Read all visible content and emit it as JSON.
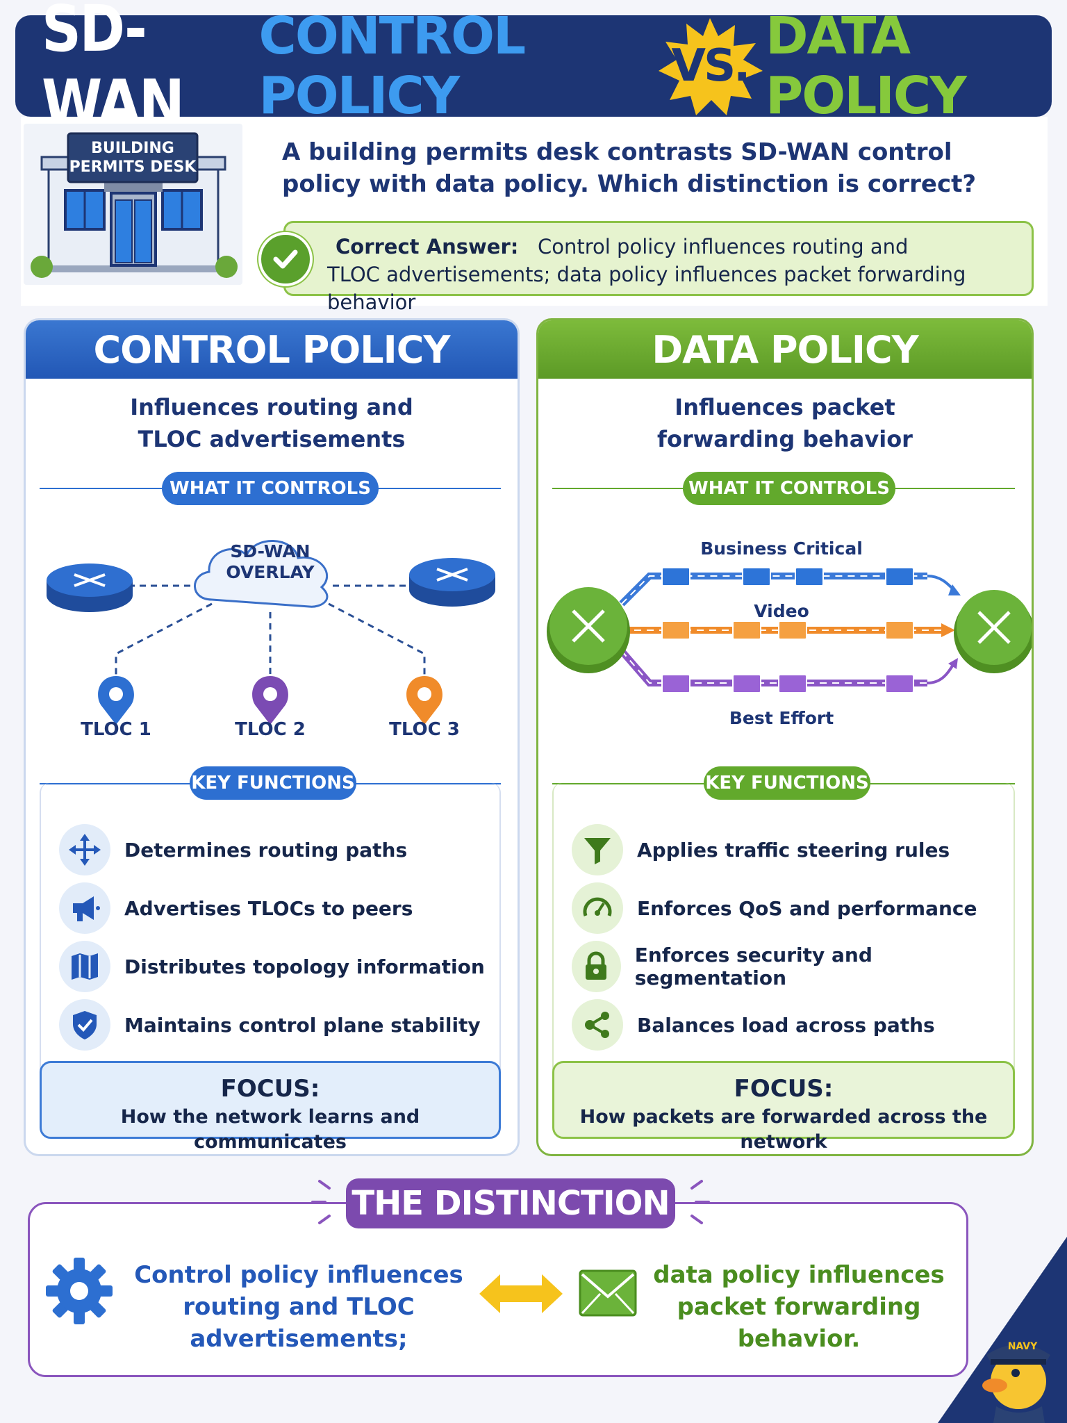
{
  "header": {
    "title_sdwan": "SD-WAN",
    "title_control": "CONTROL POLICY",
    "title_vs": "VS.",
    "title_data": "DATA POLICY"
  },
  "building_sign": [
    "BUILDING",
    "PERMITS DESK"
  ],
  "question": {
    "text": "A building permits desk contrasts SD-WAN control policy with data policy. Which distinction is correct?",
    "answer_label": "Correct Answer:",
    "answer_line1": "Control policy influences routing and",
    "answer_line2": "TLOC advertisements; data policy influences packet forwarding behavior"
  },
  "control": {
    "title": "CONTROL POLICY",
    "subtitle_1": "Influences routing and",
    "subtitle_2": "TLOC advertisements",
    "what_label": "WHAT IT CONTROLS",
    "overlay_1": "SD-WAN",
    "overlay_2": "OVERLAY",
    "tloc_1": "TLOC 1",
    "tloc_2": "TLOC 2",
    "tloc_3": "TLOC 3",
    "key_label": "KEY FUNCTIONS",
    "functions": [
      {
        "icon": "move-arrows-icon",
        "text": "Determines routing paths"
      },
      {
        "icon": "megaphone-icon",
        "text": "Advertises TLOCs to peers"
      },
      {
        "icon": "map-icon",
        "text": "Distributes topology information"
      },
      {
        "icon": "shield-check-icon",
        "text": "Maintains control plane stability"
      }
    ],
    "focus_title": "FOCUS:",
    "focus_desc": "How the network learns and communicates"
  },
  "data": {
    "title": "DATA POLICY",
    "subtitle_1": "Influences packet",
    "subtitle_2": "forwarding behavior",
    "what_label": "WHAT IT CONTROLS",
    "lane_1": "Business Critical",
    "lane_2": "Video",
    "lane_3": "Best Effort",
    "key_label": "KEY FUNCTIONS",
    "functions": [
      {
        "icon": "funnel-icon",
        "text": "Applies traffic steering rules"
      },
      {
        "icon": "gauge-icon",
        "text": "Enforces QoS and performance"
      },
      {
        "icon": "padlock-icon",
        "text": "Enforces security and segmentation"
      },
      {
        "icon": "share-nodes-icon",
        "text": "Balances load across paths"
      }
    ],
    "focus_title": "FOCUS:",
    "focus_desc": "How packets are forwarded across the network"
  },
  "distinction": {
    "title": "THE DISTINCTION",
    "left_1": "Control policy influences",
    "left_2": "routing and TLOC advertisements;",
    "right_1": "data policy influences",
    "right_2": "packet forwarding behavior."
  },
  "mascot_badge": "NAVY",
  "colors": {
    "navy": "#1d3574",
    "control_blue": "#2d6fd1",
    "data_green": "#62a92c",
    "distinction_purple": "#7c4aae",
    "vs_yellow": "#f6c31c"
  }
}
